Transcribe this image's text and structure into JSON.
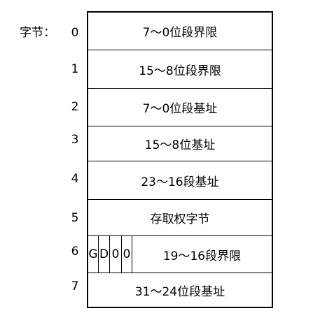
{
  "prefix_label": "字节：",
  "rows": [
    {
      "index": "0",
      "text": "7～0位段界限"
    },
    {
      "index": "1",
      "text": "15～8位段界限"
    },
    {
      "index": "2",
      "text": "7～0位段基址"
    },
    {
      "index": "3",
      "text": "15～8位基址"
    },
    {
      "index": "4",
      "text": "23～16段基址"
    },
    {
      "index": "5",
      "text": "存取权字节"
    },
    {
      "index": "6",
      "flags": [
        "G",
        "D",
        "0",
        "0"
      ],
      "text": "19～16段界限"
    },
    {
      "index": "7",
      "text": "31～24位段基址"
    }
  ]
}
